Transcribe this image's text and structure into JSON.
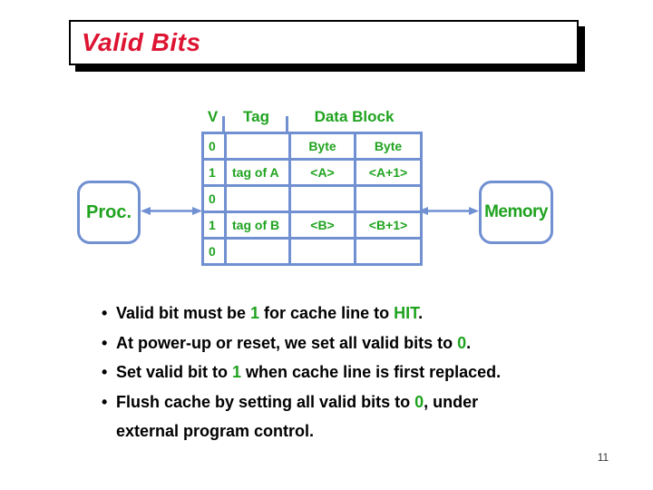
{
  "title": "Valid Bits",
  "page_number": "11",
  "bullet_char": "•",
  "colors": {
    "accent_blue": "#7090D2",
    "text_green": "#1FA31F",
    "title_red": "#DD1432",
    "shadow_black": "#000000"
  },
  "diagram": {
    "proc_label": "Proc.",
    "memory_label": "Memory",
    "table": {
      "headers": [
        "V",
        "Tag",
        "Data Block"
      ],
      "rows": [
        [
          "0",
          "",
          "Byte",
          "Byte"
        ],
        [
          "1",
          "tag of A",
          "<A>",
          "<A+1>"
        ],
        [
          "0",
          "",
          "",
          ""
        ],
        [
          "1",
          "tag of B",
          "<B>",
          "<B+1>"
        ],
        [
          "0",
          "",
          "",
          ""
        ]
      ]
    }
  },
  "bullets": [
    {
      "bullet": true,
      "segments": [
        {
          "t": "Valid bit must be ",
          "c": "black"
        },
        {
          "t": "1",
          "c": "green"
        },
        {
          "t": " for cache line to ",
          "c": "black"
        },
        {
          "t": "HIT",
          "c": "green"
        },
        {
          "t": ".",
          "c": "black"
        }
      ]
    },
    {
      "bullet": true,
      "segments": [
        {
          "t": "At power-up or reset, we set all valid bits to ",
          "c": "black"
        },
        {
          "t": "0",
          "c": "green"
        },
        {
          "t": ".",
          "c": "black"
        }
      ]
    },
    {
      "bullet": true,
      "segments": [
        {
          "t": "Set valid bit to ",
          "c": "black"
        },
        {
          "t": "1",
          "c": "green"
        },
        {
          "t": " when cache line is first replaced.",
          "c": "black"
        }
      ]
    },
    {
      "bullet": true,
      "segments": [
        {
          "t": "Flush cache by setting all valid bits to ",
          "c": "black"
        },
        {
          "t": "0",
          "c": "green"
        },
        {
          "t": ", under",
          "c": "black"
        }
      ]
    },
    {
      "bullet": false,
      "segments": [
        {
          "t": "external program control.",
          "c": "black"
        }
      ]
    }
  ]
}
